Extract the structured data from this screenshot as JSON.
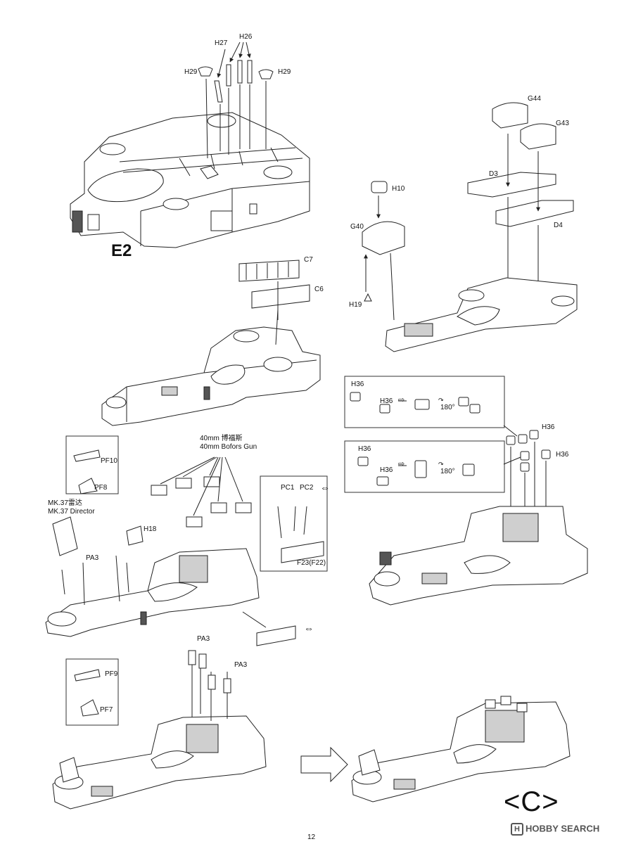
{
  "page": {
    "number": "12",
    "section_marker": "<C>",
    "watermark": "HOBBY SEARCH",
    "watermark_logo": "H"
  },
  "labels": {
    "e2": "E2",
    "h27": "H27",
    "h26": "H26",
    "h29_left": "H29",
    "h29_right": "H29",
    "g44": "G44",
    "g43": "G43",
    "d3": "D3",
    "d4": "D4",
    "h10": "H10",
    "g40": "G40",
    "h19": "H19",
    "c7": "C7",
    "c6": "C6",
    "h36_a1": "H36",
    "h36_a2": "H36",
    "h36_b1": "H36",
    "h36_b2": "H36",
    "h36_c1": "H36",
    "h36_c2": "H36",
    "deg_a": "180°",
    "deg_b": "180°",
    "bofors_cn": "40mm 博福斯",
    "bofors_en": "40mm Bofors Gun",
    "pf10": "PF10",
    "pf8": "PF8",
    "pf9": "PF9",
    "pf7": "PF7",
    "mk37_cn": "MK.37雷达",
    "mk37_en": "MK.37 Director",
    "h18": "H18",
    "pa3_a": "PA3",
    "pa3_b": "PA3",
    "pa3_c": "PA3",
    "pc1": "PC1",
    "pc2": "PC2",
    "f23": "F23(F22)"
  }
}
